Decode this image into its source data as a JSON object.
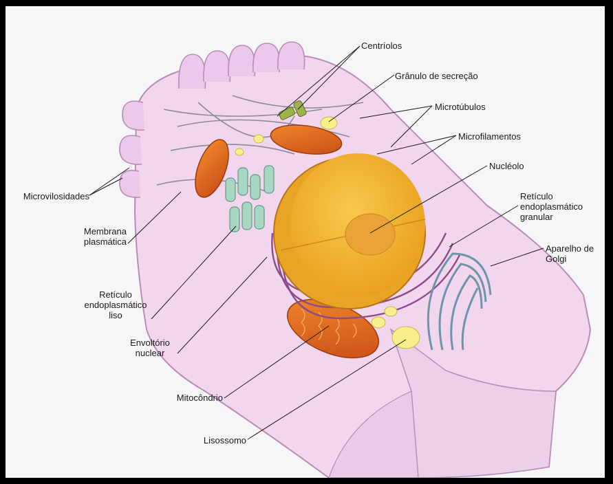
{
  "title": "",
  "labels": {
    "centriolos": "Centríolos",
    "granulo": "Grânulo de secreção",
    "microtubulos": "Microtúbulos",
    "microfilamentos": "Microfilamentos",
    "nucleolo": "Nucléolo",
    "reticulo_granular": "Retículo endoplasmático granular",
    "golgi": "Aparelho de Golgi",
    "microvilosidades": "Microvilosidades",
    "membrana": "Membrana plasmática",
    "reticulo_liso": "Retículo endoplasmático liso",
    "envoltorio": "Envoltório nuclear",
    "mitocondrio": "Mitocôndrio",
    "lisossomo": "Lisossomo"
  },
  "colors": {
    "frame": "#000000",
    "background": "#f6f6f8",
    "cytoplasm": "#f1d6ee",
    "membrane": "#b98bb8",
    "nucleus": "#f3b12a",
    "nucleolus": "#e79a1e",
    "mitochondria": "#e2641e",
    "smooth_er": "#a9d6c3",
    "golgi": "#a8c6d6",
    "rough_er": "#8b4d88",
    "lysosome": "#f6ef8e",
    "leader_line": "#1a1a1a"
  }
}
